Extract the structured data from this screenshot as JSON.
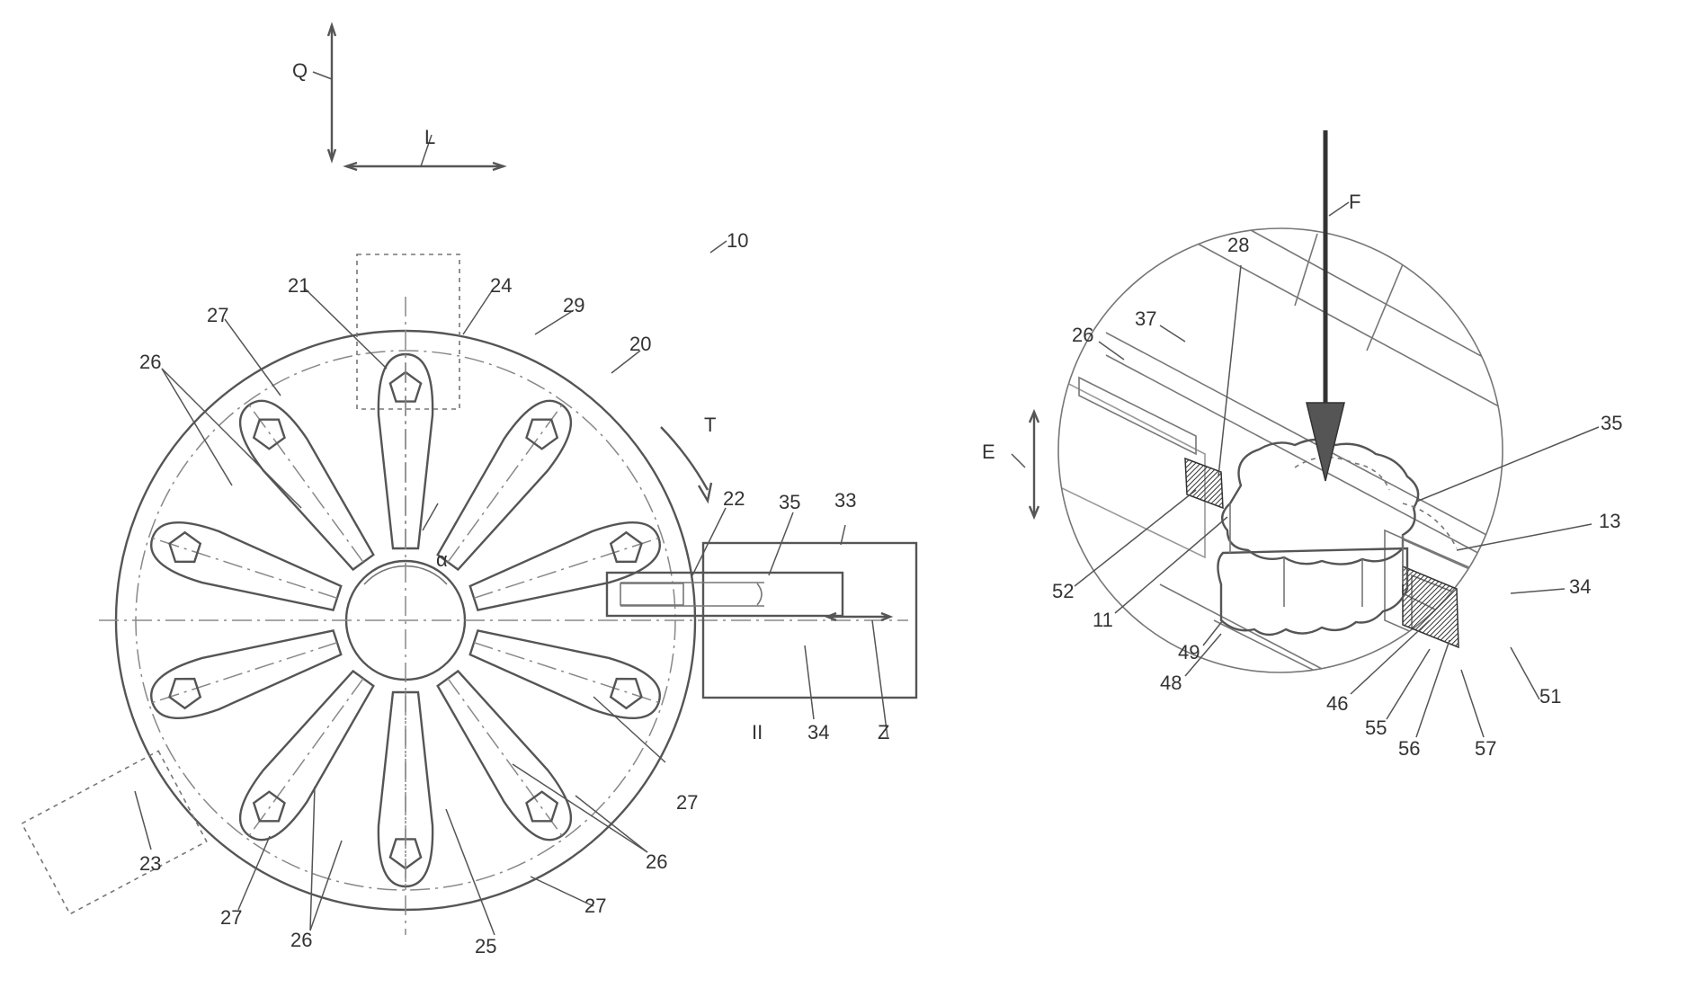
{
  "figure_left": {
    "axis_labels": {
      "q": "Q",
      "l": "L"
    },
    "reference_numerals": {
      "device": "10",
      "wheel": "20",
      "pos_top": "21",
      "pos_right": "22",
      "pos_lower_left": "23",
      "n24": "24",
      "n25": "25",
      "n26": "26",
      "n27": "27",
      "n29": "29",
      "carrier": "33",
      "slide": "34",
      "tool": "35",
      "angle": "α",
      "rotation": "T",
      "section": "II",
      "direction": "Z"
    }
  },
  "figure_right": {
    "reference_numerals": {
      "force": "F",
      "n28": "28",
      "n37": "37",
      "n26": "26",
      "n35": "35",
      "lift": "E",
      "n13": "13",
      "n34": "34",
      "n52": "52",
      "n11": "11",
      "n49": "49",
      "n48": "48",
      "n46": "46",
      "n55": "55",
      "n56": "56",
      "n57": "57",
      "n51": "51"
    }
  },
  "colors": {
    "line": "#555555",
    "hatch": "#666666",
    "background": "#ffffff"
  }
}
